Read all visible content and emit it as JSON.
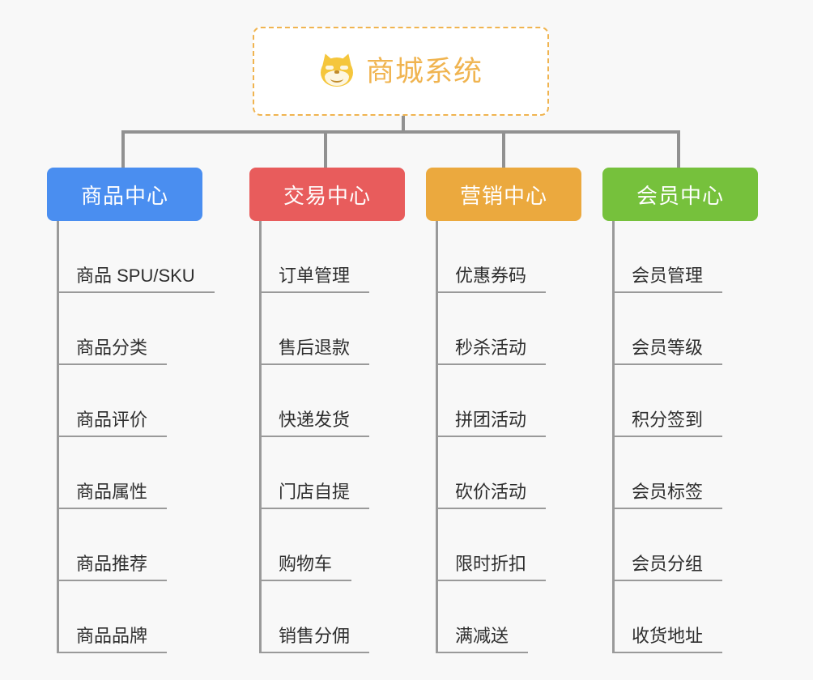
{
  "page": {
    "background": "#f8f8f8",
    "line_color": "#9a9a9a"
  },
  "root": {
    "title": "商城系统",
    "icon": "shiba-dog-face-icon",
    "border_color": "#f0b450",
    "text_color": "#f0b450",
    "background": "#ffffff"
  },
  "columns": [
    {
      "title": "商品中心",
      "color": "#4a8ef0",
      "items": [
        "商品 SPU/SKU",
        "商品分类",
        "商品评价",
        "商品属性",
        "商品推荐",
        "商品品牌"
      ]
    },
    {
      "title": "交易中心",
      "color": "#e85c5c",
      "items": [
        "订单管理",
        "售后退款",
        "快递发货",
        "门店自提",
        "购物车",
        "销售分佣"
      ]
    },
    {
      "title": "营销中心",
      "color": "#eba93e",
      "items": [
        "优惠券码",
        "秒杀活动",
        "拼团活动",
        "砍价活动",
        "限时折扣",
        "满减送"
      ]
    },
    {
      "title": "会员中心",
      "color": "#76c13c",
      "items": [
        "会员管理",
        "会员等级",
        "积分签到",
        "会员标签",
        "会员分组",
        "收货地址"
      ]
    }
  ]
}
